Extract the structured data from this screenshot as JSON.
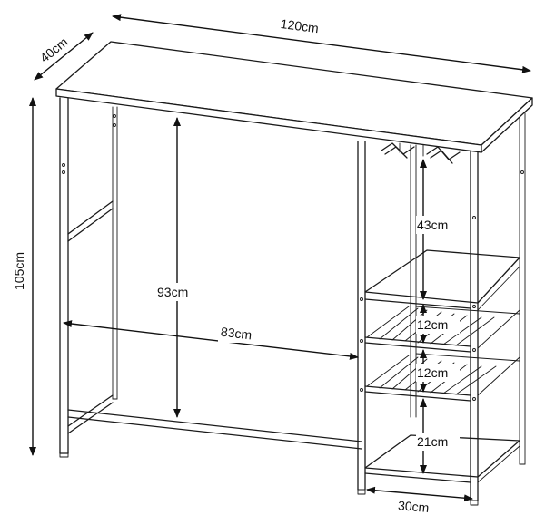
{
  "dimensions": {
    "width": "120cm",
    "depth": "40cm",
    "height": "105cm",
    "inner_height": "93cm",
    "inner_width": "83cm",
    "shelf_gap_top": "43cm",
    "rack_gap_1": "12cm",
    "rack_gap_2": "12cm",
    "shelf_gap_bottom": "21cm",
    "shelf_unit_width": "30cm"
  },
  "colors": {
    "line": "#1a1a1a",
    "background": "#ffffff"
  }
}
